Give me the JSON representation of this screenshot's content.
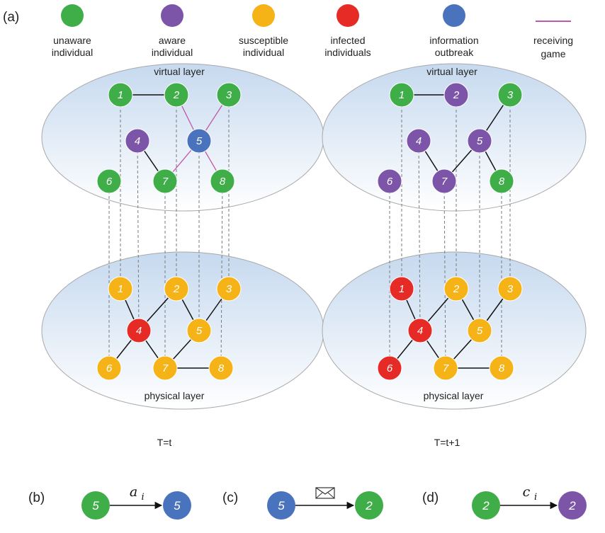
{
  "panel_labels": {
    "a": "(a)",
    "b": "(b)",
    "c": "(c)",
    "d": "(d)"
  },
  "legend": [
    {
      "label": [
        "unaware",
        "individual"
      ],
      "kind": "unaware"
    },
    {
      "label": [
        "aware",
        "individual"
      ],
      "kind": "aware"
    },
    {
      "label": [
        "susceptible",
        "individual"
      ],
      "kind": "susceptible"
    },
    {
      "label": [
        "infected",
        "individuals"
      ],
      "kind": "infected"
    },
    {
      "label": [
        "information",
        "outbreak"
      ],
      "kind": "outbreak"
    },
    {
      "label": [
        "receiving",
        "game"
      ],
      "kind": "receiving"
    }
  ],
  "colors": {
    "unaware": "#3fae49",
    "aware": "#7d55a8",
    "susceptible": "#f5b318",
    "infected": "#e62a26",
    "outbreak": "#4a73bd",
    "receiving": "#c05aa8",
    "layer_top": "#c6d9ef",
    "layer_bottom": "#ffffff"
  },
  "layer_labels": {
    "virtual": "virtual layer",
    "physical": "physical layer"
  },
  "time_labels": {
    "left": "T=t",
    "right": "T=t+1"
  },
  "networks": {
    "left": {
      "virtual_states": {
        "1": "unaware",
        "2": "unaware",
        "3": "unaware",
        "4": "aware",
        "5": "outbreak",
        "6": "unaware",
        "7": "unaware",
        "8": "unaware"
      },
      "virtual_edges": [
        [
          "1",
          "2",
          "solid"
        ],
        [
          "4",
          "7",
          "solid"
        ],
        [
          "2",
          "5",
          "receiving"
        ],
        [
          "3",
          "5",
          "receiving"
        ],
        [
          "5",
          "7",
          "receiving"
        ],
        [
          "5",
          "8",
          "receiving"
        ]
      ],
      "physical_states": {
        "1": "susceptible",
        "2": "susceptible",
        "3": "susceptible",
        "4": "infected",
        "5": "susceptible",
        "6": "susceptible",
        "7": "susceptible",
        "8": "susceptible"
      },
      "physical_edges": [
        [
          "1",
          "4"
        ],
        [
          "2",
          "4"
        ],
        [
          "4",
          "6"
        ],
        [
          "2",
          "5"
        ],
        [
          "3",
          "5"
        ],
        [
          "5",
          "7"
        ],
        [
          "4",
          "7"
        ],
        [
          "7",
          "8"
        ]
      ]
    },
    "right": {
      "virtual_states": {
        "1": "unaware",
        "2": "aware",
        "3": "unaware",
        "4": "aware",
        "5": "aware",
        "6": "aware",
        "7": "aware",
        "8": "unaware"
      },
      "virtual_edges": [
        [
          "1",
          "2",
          "solid"
        ],
        [
          "3",
          "5",
          "solid"
        ],
        [
          "4",
          "7",
          "solid"
        ],
        [
          "5",
          "7",
          "solid"
        ],
        [
          "5",
          "8",
          "solid"
        ]
      ],
      "physical_states": {
        "1": "infected",
        "2": "susceptible",
        "3": "susceptible",
        "4": "infected",
        "5": "susceptible",
        "6": "infected",
        "7": "susceptible",
        "8": "susceptible"
      },
      "physical_edges": [
        [
          "1",
          "4"
        ],
        [
          "2",
          "4"
        ],
        [
          "4",
          "6"
        ],
        [
          "2",
          "5"
        ],
        [
          "3",
          "5"
        ],
        [
          "5",
          "7"
        ],
        [
          "4",
          "7"
        ],
        [
          "7",
          "8"
        ]
      ]
    }
  },
  "bottom_panels": {
    "b": {
      "from": {
        "label": "5",
        "kind": "unaware"
      },
      "to": {
        "label": "5",
        "kind": "outbreak"
      },
      "edge_label": "a",
      "edge_sub": "i",
      "icon": ""
    },
    "c": {
      "from": {
        "label": "5",
        "kind": "outbreak"
      },
      "to": {
        "label": "2",
        "kind": "unaware"
      },
      "edge_label": "",
      "edge_sub": "",
      "icon": "envelope-icon"
    },
    "d": {
      "from": {
        "label": "2",
        "kind": "unaware"
      },
      "to": {
        "label": "2",
        "kind": "aware"
      },
      "edge_label": "c",
      "edge_sub": "i",
      "icon": ""
    }
  }
}
